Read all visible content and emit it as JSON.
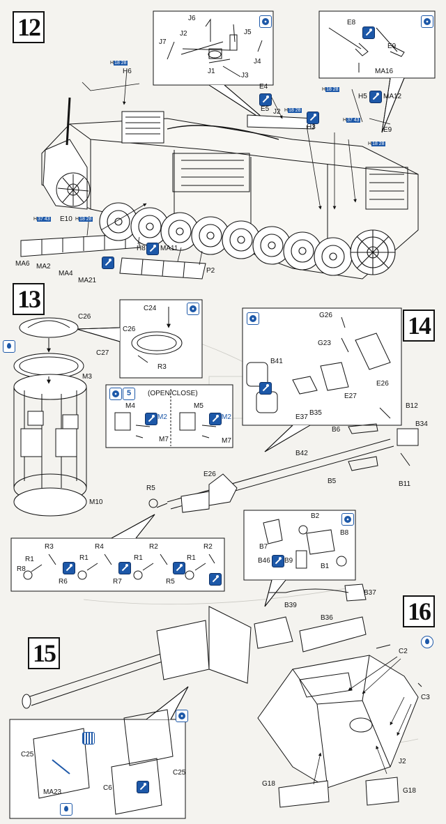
{
  "steps": [
    "12",
    "13",
    "14",
    "15",
    "16"
  ],
  "labels": {
    "J6": "J6",
    "J2": "J2",
    "J5": "J5",
    "J7": "J7",
    "J1": "J1",
    "J4": "J4",
    "J3": "J3",
    "E8": "E8",
    "E9": "E9",
    "MA16": "MA16",
    "H6": "H6",
    "E4": "E4",
    "E5": "E5",
    "H5": "H5",
    "MA12": "MA12",
    "H3": "H3",
    "E9b": "E9",
    "J2b": "J2",
    "E10": "E10",
    "H8": "H8",
    "MA11": "MA11",
    "P2": "P2",
    "MA6": "MA6",
    "MA2": "MA2",
    "MA4": "MA4",
    "MA21": "MA21",
    "C24": "C24",
    "C26a": "C26",
    "C26b": "C26",
    "C27": "C27",
    "M3": "M3",
    "R3": "R3",
    "open_close": "(OPEN/CLOSE)",
    "M4": "M4",
    "M5": "M5",
    "M2a": "M2",
    "M2b": "M2",
    "M7a": "M7",
    "M7b": "M7",
    "M10": "M10",
    "G26": "G26",
    "G23": "G23",
    "B41": "B41",
    "E26a": "E26",
    "E27": "E27",
    "E37": "E37",
    "B35": "B35",
    "B12": "B12",
    "B34": "B34",
    "B6": "B6",
    "B42": "B42",
    "E26b": "E26",
    "B5": "B5",
    "B11": "B11",
    "R5": "R5",
    "R3b": "R3",
    "R4": "R4",
    "R2a": "R2",
    "R2b": "R2",
    "R1a": "R1",
    "R1b": "R1",
    "R1c": "R1",
    "R1d": "R1",
    "R8": "R8",
    "R6": "R6",
    "R7": "R7",
    "R5b": "R5",
    "B2": "B2",
    "B7": "B7",
    "B8": "B8",
    "B46": "B46",
    "B9": "B9",
    "B1": "B1",
    "B37": "B37",
    "B39": "B39",
    "B36": "B36",
    "C2": "C2",
    "C3": "C3",
    "J2c": "J2",
    "G18a": "G18",
    "G18b": "G18",
    "C25a": "C25",
    "C25b": "C25",
    "C6": "C6",
    "MA23": "MA23"
  },
  "refs": {
    "r1": {
      "h": "H",
      "b": "18 28"
    },
    "r2": {
      "h": "H",
      "b": "18 28"
    },
    "r3": {
      "h": "H",
      "b": "18 28"
    },
    "r4": {
      "h": "H",
      "b": "37 43"
    },
    "r5": {
      "h": "H",
      "b": "18 28"
    },
    "r6": {
      "h": "H",
      "b": "37 43"
    },
    "r7": {
      "h": "H",
      "b": "18 28"
    },
    "r8": {
      "h": "H",
      "b": "18 28"
    }
  },
  "icons": {
    "paint": "paint-icon",
    "glue": "glue-icon",
    "drop": "drop-icon",
    "five": "five-icon",
    "five_text": "5",
    "stripe": "stripe-icon",
    "info": "info-icon"
  },
  "colors": {
    "accent": "#1d58a8",
    "line": "#111111",
    "paper": "#f4f3ef"
  }
}
